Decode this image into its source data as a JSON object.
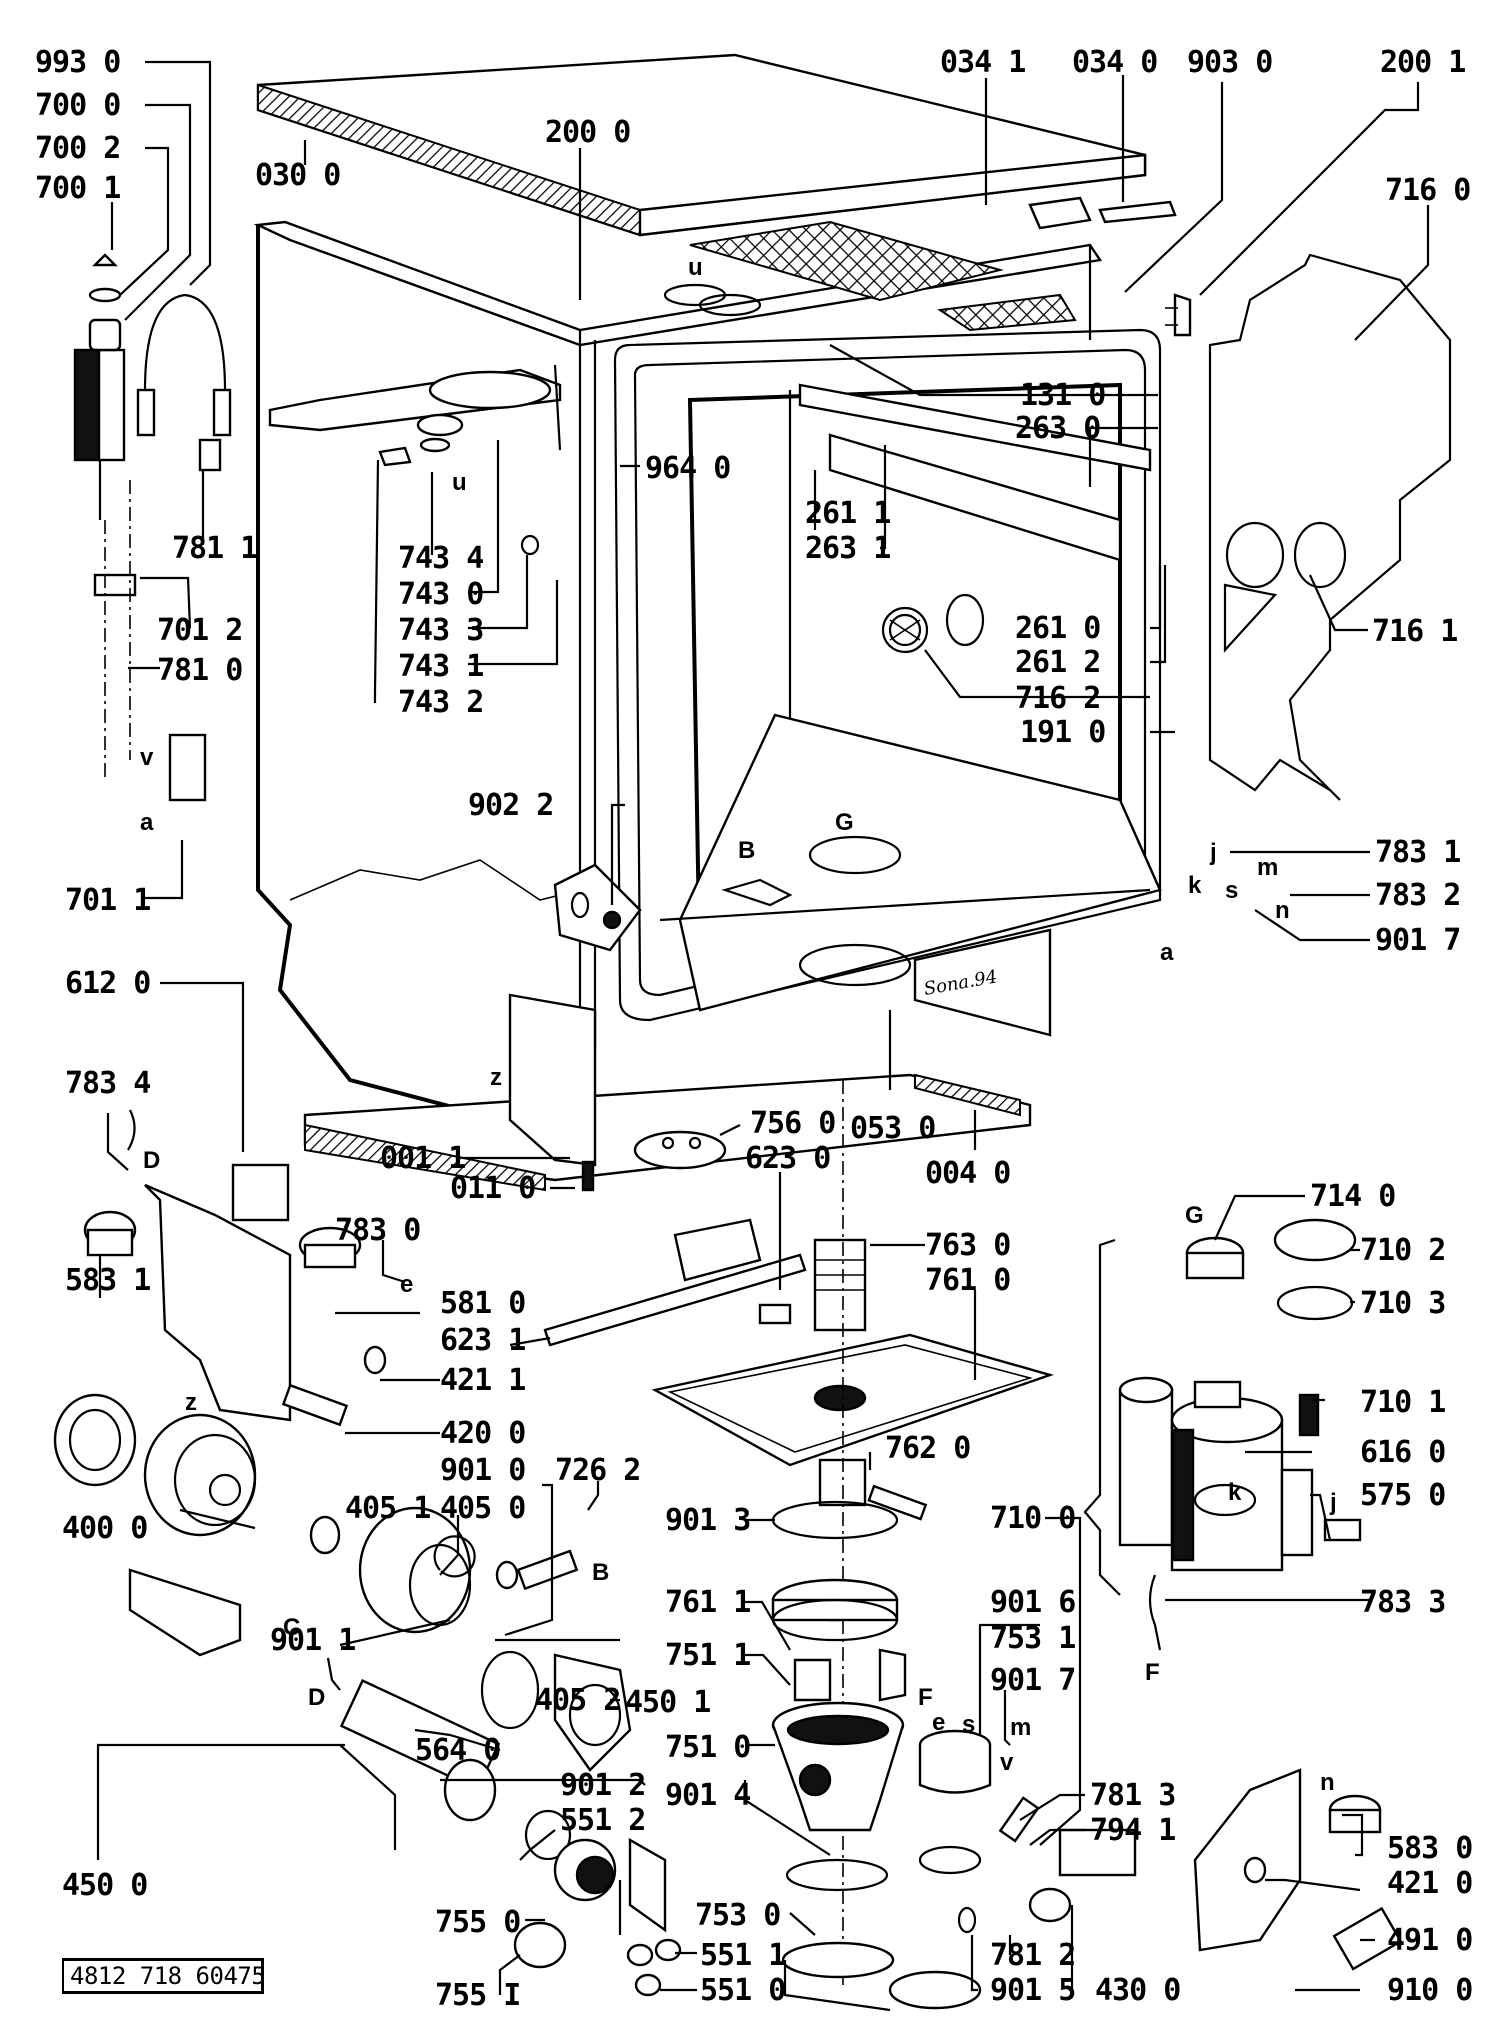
{
  "diagram": {
    "title": "Dishwasher exploded parts view",
    "document_number": "4812 718 60475",
    "handwritten_note": "Sona.94",
    "labels": [
      {
        "id": "993-0",
        "text": "993 0"
      },
      {
        "id": "700-0",
        "text": "700 0"
      },
      {
        "id": "700-2",
        "text": "700 2"
      },
      {
        "id": "700-1",
        "text": "700 1"
      },
      {
        "id": "030-0",
        "text": "030 0"
      },
      {
        "id": "200-0",
        "text": "200 0"
      },
      {
        "id": "034-1",
        "text": "034 1"
      },
      {
        "id": "034-0",
        "text": "034 0"
      },
      {
        "id": "903-0",
        "text": "903 0"
      },
      {
        "id": "200-1",
        "text": "200 1"
      },
      {
        "id": "716-0",
        "text": "716 0"
      },
      {
        "id": "131-0",
        "text": "131 0"
      },
      {
        "id": "263-0",
        "text": "263 0"
      },
      {
        "id": "964-0",
        "text": "964 0"
      },
      {
        "id": "261-1",
        "text": "261 1"
      },
      {
        "id": "263-1",
        "text": "263 1"
      },
      {
        "id": "781-1",
        "text": "781 1"
      },
      {
        "id": "743-4",
        "text": "743 4"
      },
      {
        "id": "743-0",
        "text": "743 0"
      },
      {
        "id": "743-3",
        "text": "743 3"
      },
      {
        "id": "743-1",
        "text": "743 1"
      },
      {
        "id": "743-2",
        "text": "743 2"
      },
      {
        "id": "701-2",
        "text": "701 2"
      },
      {
        "id": "781-0",
        "text": "781 0"
      },
      {
        "id": "716-1",
        "text": "716 1"
      },
      {
        "id": "261-0",
        "text": "261 0"
      },
      {
        "id": "261-2",
        "text": "261 2"
      },
      {
        "id": "716-2",
        "text": "716 2"
      },
      {
        "id": "191-0",
        "text": "191 0"
      },
      {
        "id": "902-2",
        "text": "902 2"
      },
      {
        "id": "783-1",
        "text": "783 1"
      },
      {
        "id": "783-2",
        "text": "783 2"
      },
      {
        "id": "901-7a",
        "text": "901 7"
      },
      {
        "id": "701-1",
        "text": "701 1"
      },
      {
        "id": "612-0",
        "text": "612 0"
      },
      {
        "id": "053-0",
        "text": "053 0"
      },
      {
        "id": "783-4",
        "text": "783 4"
      },
      {
        "id": "756-0",
        "text": "756 0"
      },
      {
        "id": "623-0",
        "text": "623 0"
      },
      {
        "id": "001-1",
        "text": "001 1"
      },
      {
        "id": "011-0",
        "text": "011 0"
      },
      {
        "id": "004-0",
        "text": "004 0"
      },
      {
        "id": "714-0",
        "text": "714 0"
      },
      {
        "id": "763-0",
        "text": "763 0"
      },
      {
        "id": "710-2",
        "text": "710 2"
      },
      {
        "id": "783-0",
        "text": "783 0"
      },
      {
        "id": "761-0",
        "text": "761 0"
      },
      {
        "id": "583-1",
        "text": "583 1"
      },
      {
        "id": "581-0",
        "text": "581 0"
      },
      {
        "id": "710-3",
        "text": "710 3"
      },
      {
        "id": "623-1",
        "text": "623 1"
      },
      {
        "id": "421-1",
        "text": "421 1"
      },
      {
        "id": "710-1",
        "text": "710 1"
      },
      {
        "id": "420-0",
        "text": "420 0"
      },
      {
        "id": "762-0",
        "text": "762 0"
      },
      {
        "id": "616-0",
        "text": "616 0"
      },
      {
        "id": "901-0",
        "text": "901 0"
      },
      {
        "id": "726-2",
        "text": "726 2"
      },
      {
        "id": "405-1",
        "text": "405 1"
      },
      {
        "id": "405-0",
        "text": "405 0"
      },
      {
        "id": "901-3",
        "text": "901 3"
      },
      {
        "id": "575-0",
        "text": "575 0"
      },
      {
        "id": "710-0",
        "text": "710 0"
      },
      {
        "id": "400-0",
        "text": "400 0"
      },
      {
        "id": "761-1",
        "text": "761 1"
      },
      {
        "id": "901-6",
        "text": "901 6"
      },
      {
        "id": "783-3",
        "text": "783 3"
      },
      {
        "id": "901-1",
        "text": "901 1"
      },
      {
        "id": "751-1",
        "text": "751 1"
      },
      {
        "id": "753-1",
        "text": "753 1"
      },
      {
        "id": "405-2",
        "text": "405 2"
      },
      {
        "id": "901-7b",
        "text": "901 7"
      },
      {
        "id": "450-1",
        "text": "450 1"
      },
      {
        "id": "564-0",
        "text": "564 0"
      },
      {
        "id": "751-0",
        "text": "751 0"
      },
      {
        "id": "781-3",
        "text": "781 3"
      },
      {
        "id": "901-4",
        "text": "901 4"
      },
      {
        "id": "794-1",
        "text": "794 1"
      },
      {
        "id": "583-0",
        "text": "583 0"
      },
      {
        "id": "901-2",
        "text": "901 2"
      },
      {
        "id": "551-2",
        "text": "551 2"
      },
      {
        "id": "421-0",
        "text": "421 0"
      },
      {
        "id": "450-0",
        "text": "450 0"
      },
      {
        "id": "755-0",
        "text": "755 0"
      },
      {
        "id": "753-0",
        "text": "753 0"
      },
      {
        "id": "491-0",
        "text": "491 0"
      },
      {
        "id": "551-1",
        "text": "551 1"
      },
      {
        "id": "781-2",
        "text": "781 2"
      },
      {
        "id": "755-1",
        "text": "755 I"
      },
      {
        "id": "551-0",
        "text": "551 0"
      },
      {
        "id": "901-5",
        "text": "901 5"
      },
      {
        "id": "430-0",
        "text": "430 0"
      },
      {
        "id": "910-0",
        "text": "910 0"
      }
    ],
    "connection_letters": [
      "u",
      "u",
      "v",
      "a",
      "a",
      "B",
      "B",
      "G",
      "G",
      "j",
      "k",
      "k",
      "s",
      "s",
      "m",
      "m",
      "n",
      "n",
      "D",
      "D",
      "e",
      "e",
      "z",
      "z",
      "C",
      "F",
      "F",
      "j",
      "v"
    ]
  }
}
